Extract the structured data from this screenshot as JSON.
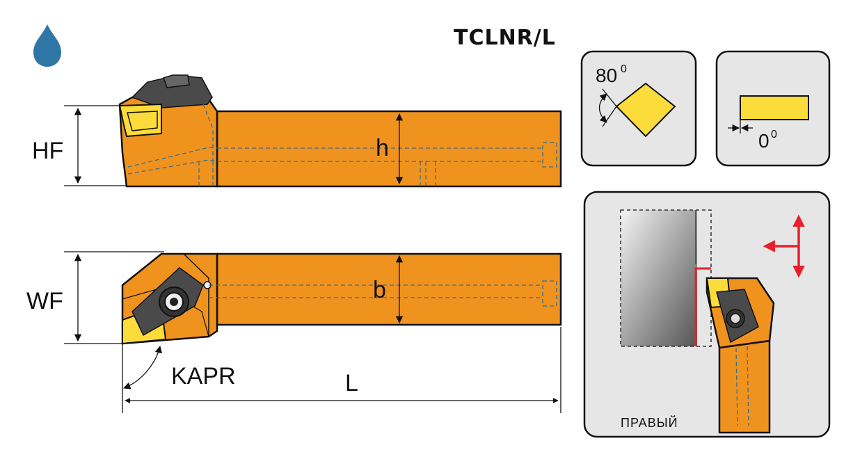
{
  "title": "TCLNR/L",
  "icons": {
    "coolant": "water-drop-icon",
    "direction": "feed-direction-arrows-icon"
  },
  "labels": {
    "hf": "HF",
    "h": "h",
    "wf": "WF",
    "b": "b",
    "kapr": "KAPR",
    "l": "L"
  },
  "insert_shape": {
    "angle_value": "80",
    "angle_unit": "0"
  },
  "clearance": {
    "angle_value": "0",
    "angle_unit": "0"
  },
  "hand": {
    "label": "ПРАВЫЙ"
  },
  "colors": {
    "body": "#f0921e",
    "insert": "#fbdc3a",
    "coolant": "#2f76a6",
    "arrow": "#e8202a",
    "panel": "#e6e6e6"
  }
}
